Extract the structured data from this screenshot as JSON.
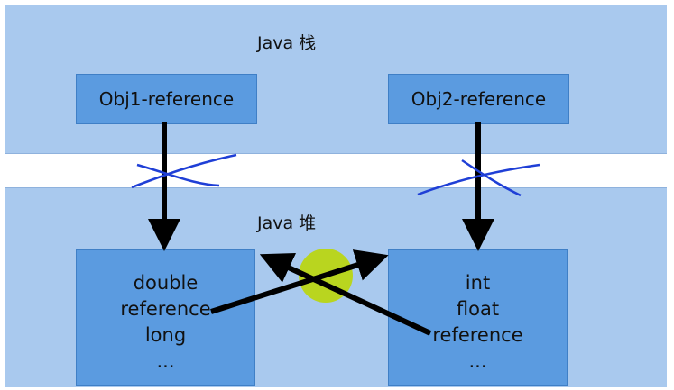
{
  "stack": {
    "title": "Java 栈"
  },
  "heap": {
    "title": "Java 堆"
  },
  "references": [
    {
      "label": "Obj1-reference"
    },
    {
      "label": "Obj2-reference"
    }
  ],
  "objects": [
    {
      "fields": [
        "double",
        "reference",
        "long",
        "..."
      ]
    },
    {
      "fields": [
        "int",
        "float",
        "reference",
        "..."
      ]
    }
  ],
  "colors": {
    "region": "#a9c9ee",
    "box": "#5b9be0",
    "arrow": "#000000",
    "scribble": "#1f3fd6",
    "circle": "#b9d51f"
  }
}
